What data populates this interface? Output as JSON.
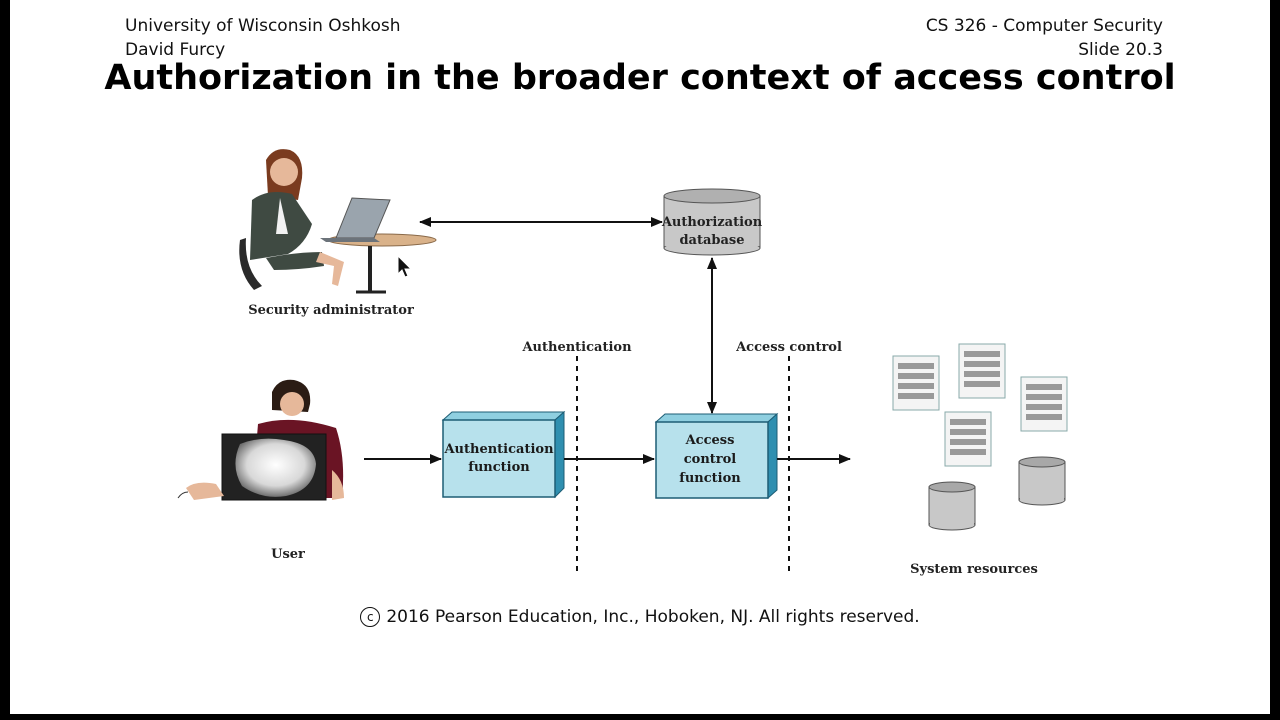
{
  "header": {
    "institution": "University of Wisconsin Oshkosh",
    "author": "David Furcy",
    "course": "CS 326 - Computer Security",
    "slide_number": "Slide 20.3"
  },
  "title": "Authorization in the broader context of access control",
  "diagram": {
    "security_admin_label": "Security administrator",
    "user_label": "User",
    "authorization_db": [
      "Authorization",
      "database"
    ],
    "authentication_label": "Authentication",
    "access_control_label": "Access control",
    "authentication_function": [
      "Authentication",
      "function"
    ],
    "access_control_function": [
      "Access",
      "control",
      "function"
    ],
    "system_resources_label": "System resources"
  },
  "copyright": {
    "symbol": "c",
    "text": "2016 Pearson Education, Inc., Hoboken, NJ. All rights reserved."
  },
  "colors": {
    "box_fill": "#b7e1ec",
    "box_side": "#2f8fb0",
    "db_fill": "#c8c8c8",
    "arrow": "#111111"
  }
}
